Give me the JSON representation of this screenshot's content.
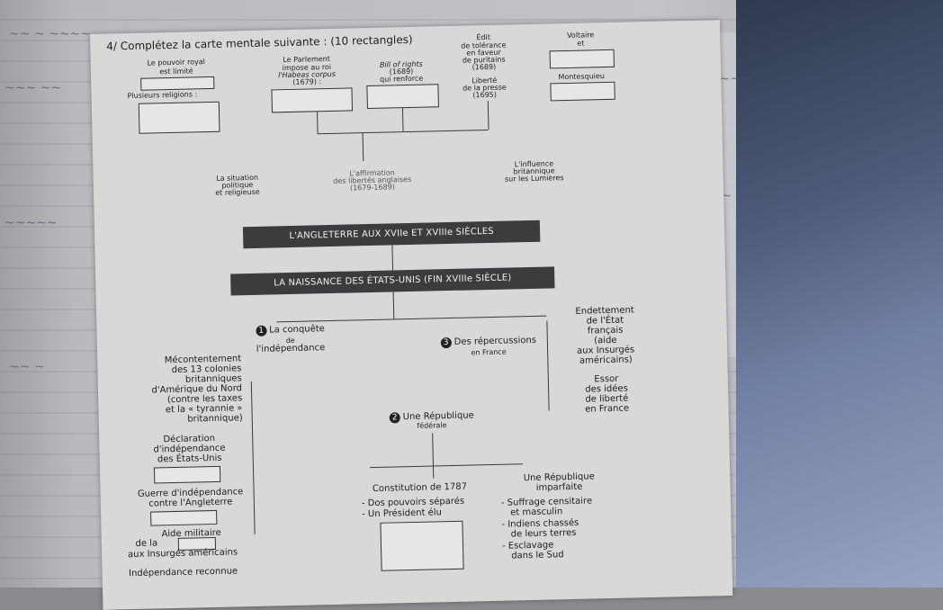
{
  "title": "4/ Complétez la carte mentale suivante : (10 rectangles)",
  "top": {
    "pouvoir": "Le pouvoir royal",
    "pouvoir2": "est limité",
    "religions": "Plusieurs religions :",
    "parlement1": "Le Parlement",
    "parlement2": "impose au roi",
    "parlement3": "l'Habeas corpus",
    "parlement4": "(1679) :",
    "bill1": "Bill of rights",
    "bill2": "(1689)",
    "bill3": "qui renforce",
    "edit1": "Édit",
    "edit2": "de tolérance",
    "edit3": "en faveur",
    "edit4": "de puritains",
    "edit5": "(1689)",
    "liberte1": "Liberté",
    "liberte2": "de la presse",
    "liberte3": "(1695)",
    "voltaire1": "Voltaire",
    "voltaire2": "et",
    "montesquieu": "Montesquieu"
  },
  "branches": {
    "situation1": "La situation",
    "situation2": "politique",
    "situation3": "et religieuse",
    "affirm1": "L'affirmation",
    "affirm2": "des libertés anglaises",
    "affirm3": "(1679-1689)",
    "influence1": "L'influence",
    "influence2": "britannique",
    "influence3": "sur les Lumières"
  },
  "band1": "L'ANGLETERRE AUX XVIIe ET XVIIIe SIÈCLES",
  "band2": "LA NAISSANCE DES ÉTATS-UNIS (FIN XVIIIe SIÈCLE)",
  "bottom": {
    "n1": "1",
    "conquete1": "La conquête",
    "conquete2": "de",
    "conquete3": "l'indépendance",
    "n3": "3",
    "reper1": "Des répercussions",
    "reper2": "en France",
    "n2": "2",
    "repub1": "Une République",
    "repub2": "fédérale",
    "mecont1": "Mécontentement",
    "mecont2": "des 13 colonies",
    "mecont3": "britanniques",
    "mecont4": "d'Amérique du Nord",
    "mecont5": "(contre les taxes",
    "mecont6": "et la « tyrannie »",
    "mecont7": "britannique)",
    "decl1": "Déclaration",
    "decl2": "d'indépendance",
    "decl3": "des États-Unis",
    "guerre1": "Guerre d'indépendance",
    "guerre2": "contre l'Angleterre",
    "aide1": "Aide militaire",
    "aide2": "de la",
    "aide3": "aux Insurgés américains",
    "indep": "Indépendance reconnue",
    "const1": "Constitution de 1787",
    "const2": "- Dos pouvoirs séparés",
    "const3": "- Un Président élu",
    "rep1": "Une République",
    "rep2": "imparfaite",
    "rep3": "- Suffrage censitaire",
    "rep4": "et masculin",
    "rep5": "- Indiens chassés",
    "rep6": "de leurs terres",
    "rep7": "- Esclavage",
    "rep8": "dans le Sud",
    "dette1": "Endettement",
    "dette2": "de l'État",
    "dette3": "français",
    "dette4": "(aide",
    "dette5": "aux Insurgés",
    "dette6": "américains)",
    "essor1": "Essor",
    "essor2": "des idées",
    "essor3": "de liberté",
    "essor4": "en France"
  }
}
